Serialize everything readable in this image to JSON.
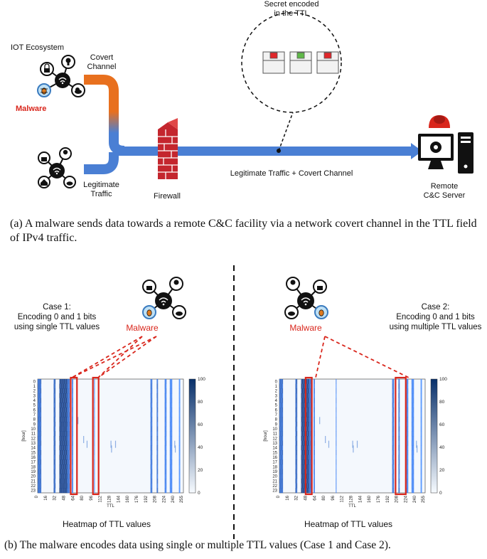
{
  "top": {
    "iot_label": "IOT Ecosystem",
    "covert_label": "Covert\nChannel",
    "malware_label": "Malware",
    "legit_label": "Legitimate\nTraffic",
    "firewall_label": "Firewall",
    "combined_label": "Legitimate Traffic + Covert Channel",
    "secret_label": "Secret encoded\nin the TTL",
    "server_label": "Remote\nC&C Server",
    "caption": "(a) A malware sends data towards a remote C&C facility via a network covert channel in the TTL field of IPv4 traffic."
  },
  "bottom": {
    "case1": {
      "title": "Case 1:\nEncoding 0 and 1 bits\nusing single TTL values",
      "malware_label": "Malware",
      "heatmap_label": "Heatmap of TTL values"
    },
    "case2": {
      "title": "Case 2:\nEncoding 0 and 1 bits\nusing multiple TTL values",
      "malware_label": "Malware",
      "heatmap_label": "Heatmap of TTL values"
    },
    "caption": "(b) The malware encodes data using single or multiple TTL values (Case 1 and Case 2)."
  },
  "heatmap": {
    "ylabel": "[hour]",
    "xlabel": "TTL",
    "hours": [
      "0",
      "1",
      "2",
      "3",
      "4",
      "5",
      "6",
      "7",
      "8",
      "9",
      "10",
      "11",
      "12",
      "13",
      "14",
      "15",
      "16",
      "17",
      "18",
      "19",
      "20",
      "21",
      "22",
      "23"
    ],
    "x_ticks": [
      "0",
      "16",
      "32",
      "48",
      "64",
      "80",
      "96",
      "112",
      "128",
      "144",
      "160",
      "176",
      "192",
      "208",
      "224",
      "240",
      "255"
    ],
    "colorbar_ticks": [
      "100",
      "80",
      "60",
      "40",
      "20",
      "0"
    ]
  },
  "colors": {
    "accent_red": "#d9261c",
    "channel_blue": "#4a7fd4",
    "covert_orange": "#e8701e",
    "heat_dark": "#08306b",
    "heat_light": "#f7fbff"
  }
}
